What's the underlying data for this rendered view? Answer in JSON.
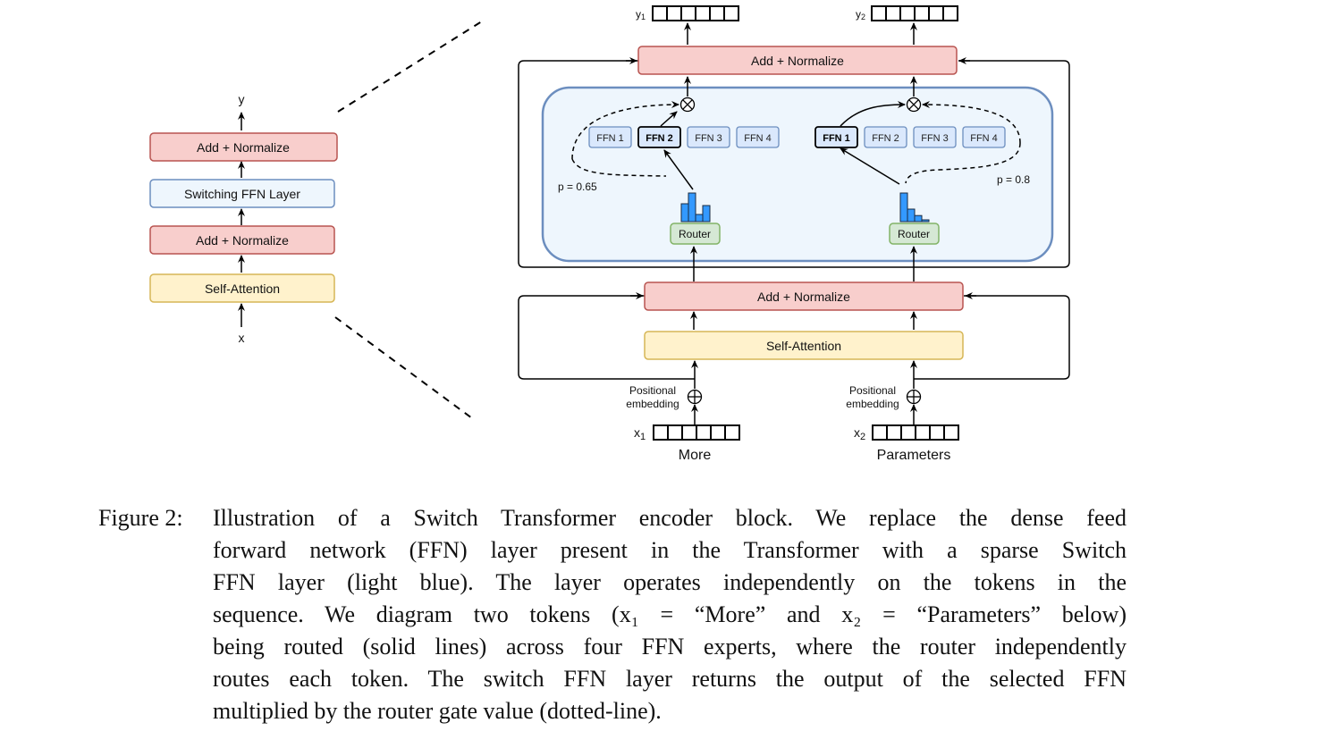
{
  "colors": {
    "red_fill": "#f8cecc",
    "red_stroke": "#b85450",
    "blue_fill": "#eef6fd",
    "blue_stroke": "#6c8ebf",
    "yellow_fill": "#fff2cc",
    "yellow_stroke": "#d6b656",
    "green_fill": "#d5e8d4",
    "green_stroke": "#82b366",
    "ffn_fill": "#dae8fc",
    "bar_fill": "#3399ff"
  },
  "left_block": {
    "output_label": "y",
    "input_label": "x",
    "layers": [
      "Add + Normalize",
      "Switching FFN Layer",
      "Add + Normalize",
      "Self-Attention"
    ]
  },
  "right_block": {
    "outputs": [
      {
        "label": "y",
        "sub": "1"
      },
      {
        "label": "y",
        "sub": "2"
      }
    ],
    "top_add_norm": "Add + Normalize",
    "bottom_add_norm": "Add + Normalize",
    "self_attention": "Self-Attention",
    "positional_embedding": [
      "Positional",
      "embedding"
    ],
    "tokens": [
      {
        "label": "x",
        "sub": "1",
        "word": "More",
        "selected_ffn": 2,
        "gate": "p = 0.65",
        "router_probs": [
          0.5,
          0.8,
          0.2,
          0.45
        ]
      },
      {
        "label": "x",
        "sub": "2",
        "word": "Parameters",
        "selected_ffn": 1,
        "gate": "p = 0.8",
        "router_probs": [
          0.8,
          0.35,
          0.17,
          0.04
        ]
      }
    ],
    "experts": [
      "FFN 1",
      "FFN 2",
      "FFN 3",
      "FFN 4"
    ],
    "router_label": "Router"
  },
  "caption": {
    "label": "Figure 2:",
    "lines": [
      "Illustration of a Switch Transformer encoder block. We replace the dense feed",
      "forward network (FFN) layer present in the Transformer with a sparse Switch",
      "FFN layer (light blue). The layer operates independently on the tokens in the",
      "sequence. We diagram two tokens (x₁ = “More” and x₂ = “Parameters” below)",
      "being routed (solid lines) across four FFN experts, where the router independently",
      "routes each token. The switch FFN layer returns the output of the selected FFN",
      "multiplied by the router gate value (dotted-line)."
    ]
  }
}
